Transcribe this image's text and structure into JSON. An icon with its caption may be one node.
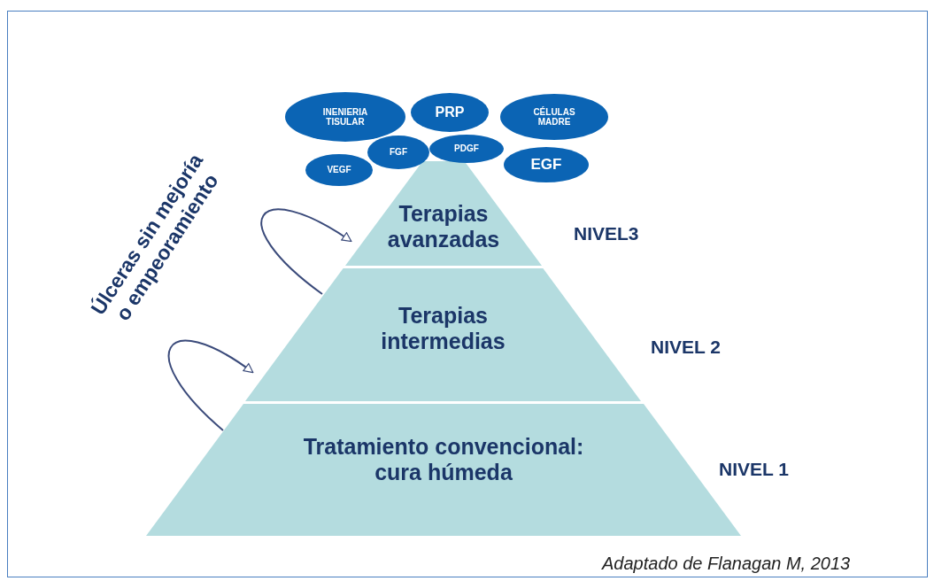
{
  "diagram": {
    "caption": "Adaptado de Flanagan M, 2013",
    "nodes": [
      {
        "text": [
          "Terapias avanzadas"
        ],
        "beside": [
          "NIVEL3"
        ]
      },
      {
        "text": [
          "Terapias intermedias"
        ],
        "beside": [
          "NIVEL 2"
        ]
      },
      {
        "text": [
          "Tratamiento convencional: cura húmeda"
        ],
        "beside": [
          "NIVEL 1"
        ]
      },
      {
        "text": [
          "INENIERIA TISULAR"
        ]
      },
      {
        "text": [
          "PRP"
        ]
      },
      {
        "text": [
          "CÉLULAS MADRE"
        ]
      },
      {
        "text": [
          "VEGF"
        ]
      },
      {
        "text": [
          "FGF"
        ]
      },
      {
        "text": [
          "PDGF"
        ]
      },
      {
        "text": [
          "EGF"
        ]
      }
    ],
    "edges": [
      {
        "from": 2,
        "to": 1,
        "arrow": "to"
      },
      {
        "from": 1,
        "to": 0,
        "arrow": "to"
      }
    ],
    "labels": [
      "Úlceras sin mejoría o empeoramiento"
    ]
  }
}
